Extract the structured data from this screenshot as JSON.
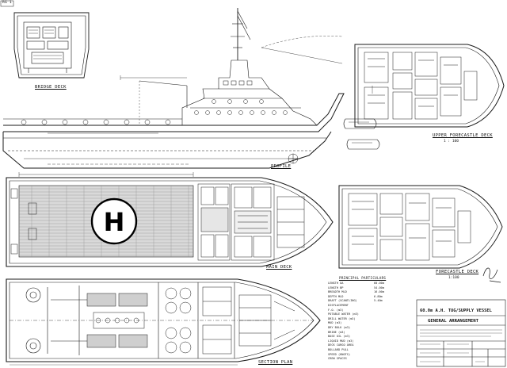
{
  "sheet_ref": "RG 1",
  "views": {
    "bridge_deck": "BRIDGE DECK",
    "upper_forecastle_deck": "UPPER FORECASTLE DECK",
    "upper_forecastle_scale": "1 : 100",
    "profile": "PROFILE",
    "main_deck": "MAIN DECK",
    "forecastle_deck": "FORECASTLE DECK",
    "forecastle_scale": "1:100",
    "section_plan": "SECTION PLAN"
  },
  "helideck_mark": "H",
  "particulars": {
    "heading": "PRINCIPAL PARTICULARS",
    "rows": [
      {
        "label": "LENGTH OA",
        "value": "60.00m"
      },
      {
        "label": "LENGTH BP",
        "value": "54.00m"
      },
      {
        "label": "BREADTH MLD",
        "value": "16.00m"
      },
      {
        "label": "DEPTH MLD",
        "value": "6.80m"
      },
      {
        "label": "DRAFT (SCANTLING)",
        "value": "5.40m"
      },
      {
        "label": "DISPLACEMENT",
        "value": ""
      },
      {
        "label": "F.O. (m3)",
        "value": ""
      },
      {
        "label": "POTABLE WATER (m3)",
        "value": ""
      },
      {
        "label": "DRILL WATER (m3)",
        "value": ""
      },
      {
        "label": "MUD (m3)",
        "value": ""
      },
      {
        "label": "DRY BULK (m3)",
        "value": ""
      },
      {
        "label": "BRINE (m3)",
        "value": ""
      },
      {
        "label": "BASE OIL (m3)",
        "value": ""
      },
      {
        "label": "LIQUID MUD (m3)",
        "value": ""
      },
      {
        "label": "DECK CARGO AREA",
        "value": ""
      },
      {
        "label": "BOLLARD PULL",
        "value": ""
      },
      {
        "label": "SPEED (KNOTS)",
        "value": ""
      },
      {
        "label": "CREW SPACES",
        "value": ""
      }
    ]
  },
  "title_block": {
    "title": "60.0m A.H. TUG/SUPPLY VESSEL",
    "drawing": "GENERAL ARRANGEMENT"
  }
}
